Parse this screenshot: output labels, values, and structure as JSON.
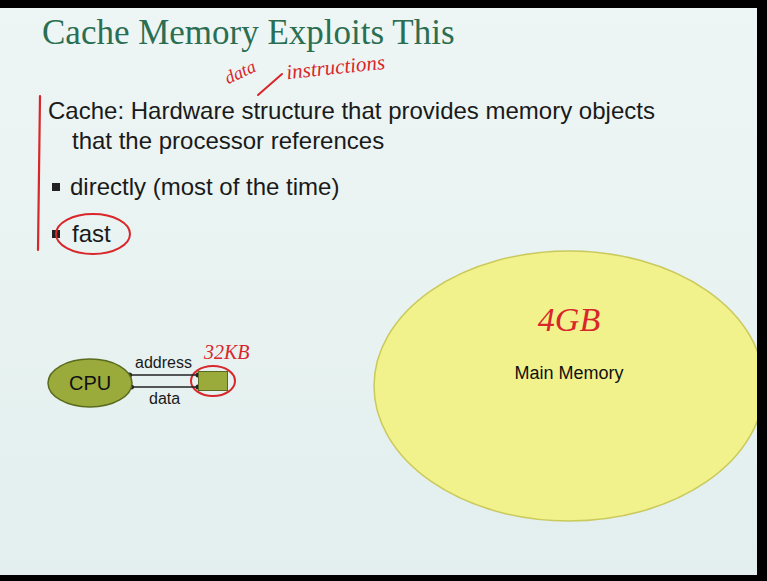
{
  "diagram": {
    "title": "Cache Memory Exploits This",
    "nodes": [
      {
        "text": [
          "CPU"
        ]
      },
      {
        "text": [
          "32KB"
        ]
      },
      {
        "text": [
          "4GB",
          "Main Memory"
        ]
      }
    ],
    "edges": [
      {
        "from": 0,
        "to": 1,
        "label": "address",
        "arrow": "none"
      },
      {
        "from": 0,
        "to": 1,
        "label": "data",
        "arrow": "none"
      }
    ],
    "labels": [
      "data",
      "instructions",
      "Cache: Hardware structure that provides memory objects that the processor references",
      "directly (most of the time)",
      "fast"
    ]
  }
}
